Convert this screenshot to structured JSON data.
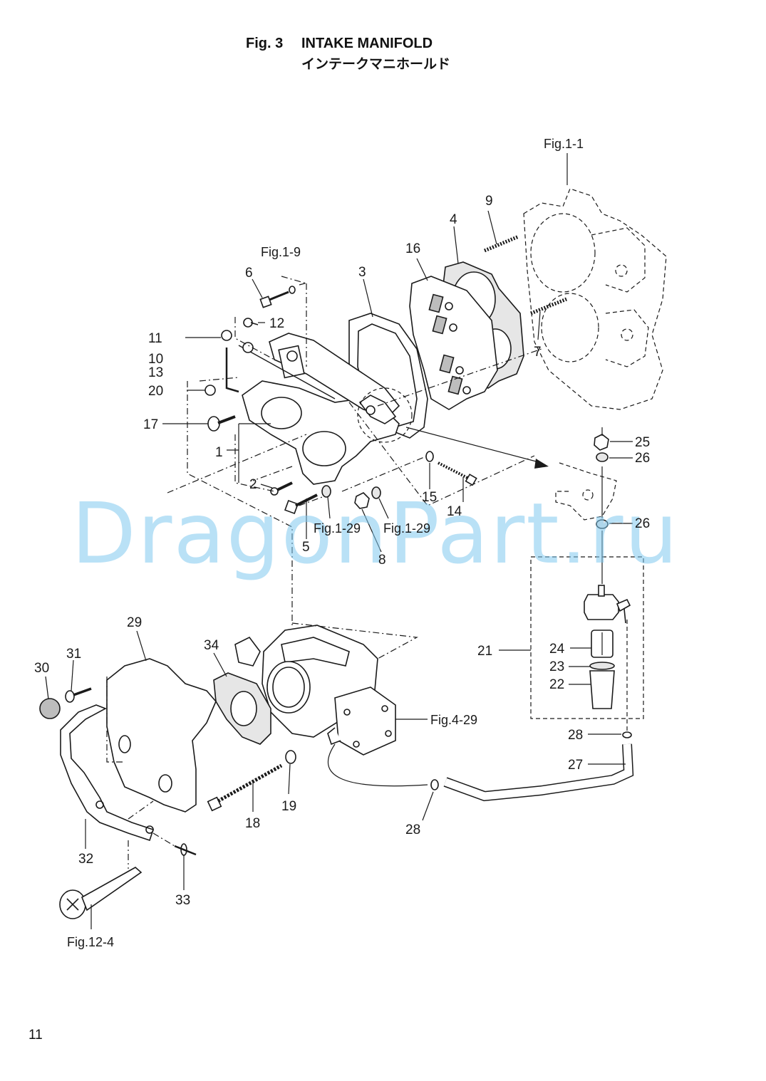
{
  "header": {
    "fig_no": "Fig. 3",
    "title_en": "INTAKE MANIFOLD",
    "title_jp": "インテークマニホールド"
  },
  "watermark": "DragonPart.ru",
  "page_number": "11",
  "references": {
    "fig_1_1": "Fig.1-1",
    "fig_1_9": "Fig.1-9",
    "fig_1_29_a": "Fig.1-29",
    "fig_1_29_b": "Fig.1-29",
    "fig_4_29": "Fig.4-29",
    "fig_12_4": "Fig.12-4"
  },
  "callouts": {
    "c1": "1",
    "c2": "2",
    "c3": "3",
    "c4": "4",
    "c5": "5",
    "c6": "6",
    "c7": "7",
    "c8": "8",
    "c9": "9",
    "c10": "10",
    "c11": "11",
    "c12": "12",
    "c13": "13",
    "c14": "14",
    "c15": "15",
    "c16": "16",
    "c17": "17",
    "c18": "18",
    "c19": "19",
    "c20": "20",
    "c21": "21",
    "c22": "22",
    "c23": "23",
    "c24": "24",
    "c25": "25",
    "c26a": "26",
    "c26b": "26",
    "c27": "27",
    "c28a": "28",
    "c28b": "28",
    "c29": "29",
    "c30": "30",
    "c31": "31",
    "c32": "32",
    "c33": "33",
    "c34": "34"
  }
}
